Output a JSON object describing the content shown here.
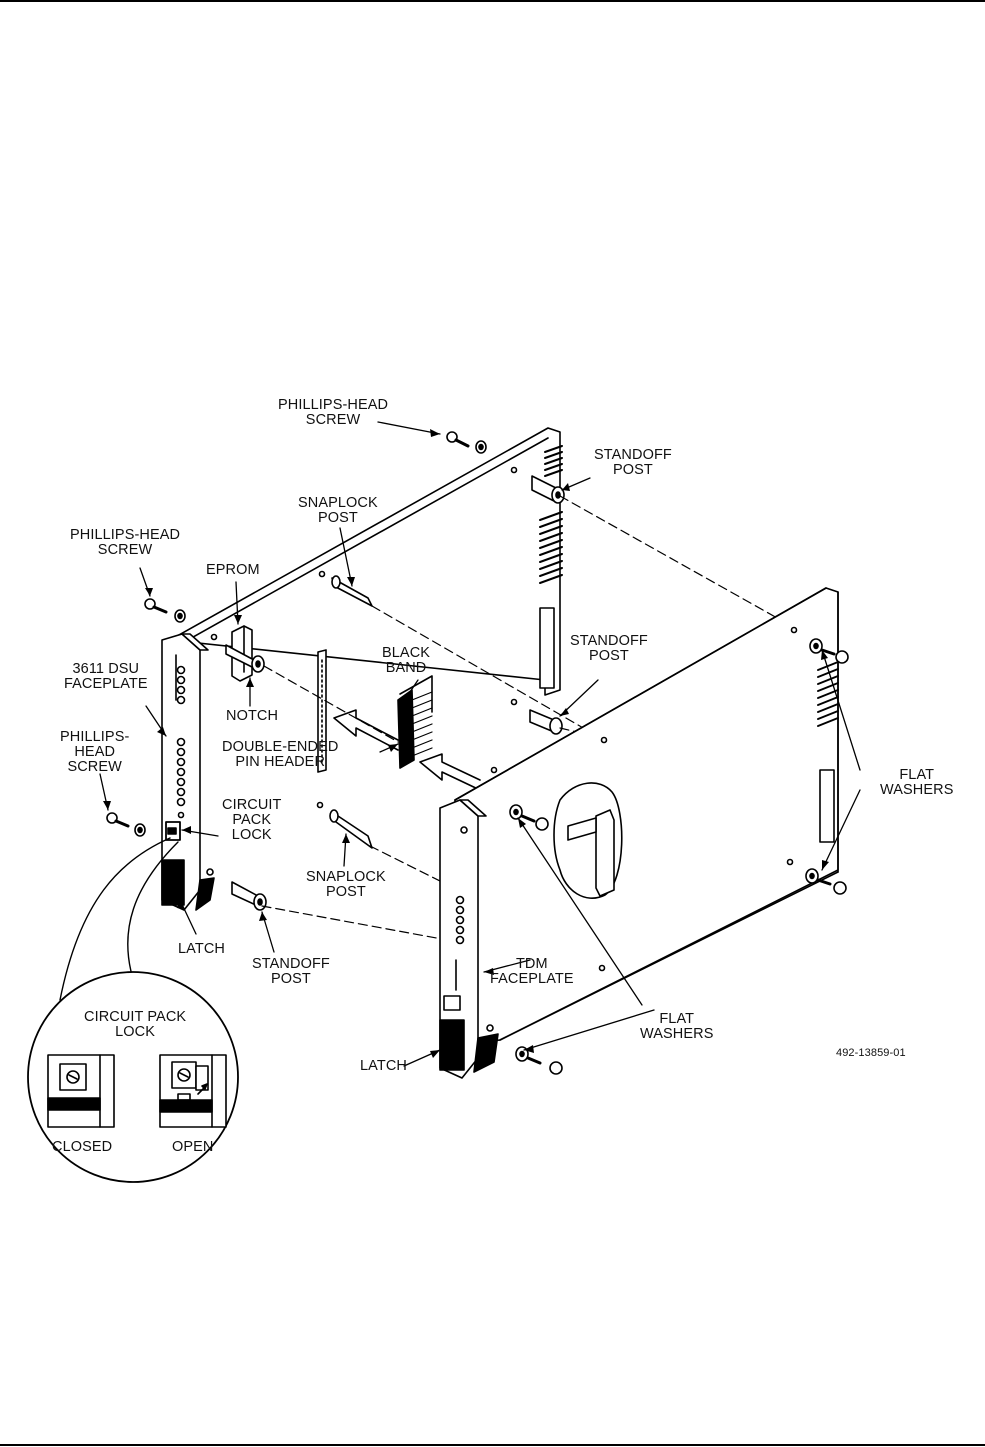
{
  "labels": {
    "phillips_top": [
      "PHILLIPS-HEAD",
      "SCREW"
    ],
    "phillips_left": [
      "PHILLIPS-HEAD",
      "SCREW"
    ],
    "phillips_lower": [
      "PHILLIPS-",
      "HEAD",
      "SCREW"
    ],
    "standoff_top": [
      "STANDOFF",
      "POST"
    ],
    "standoff_mid": [
      "STANDOFF",
      "POST"
    ],
    "standoff_bottom": [
      "STANDOFF",
      "POST"
    ],
    "snaplock_top": [
      "SNAPLOCK",
      "POST"
    ],
    "snaplock_bottom": [
      "SNAPLOCK",
      "POST"
    ],
    "eprom": [
      "EPROM"
    ],
    "notch": [
      "NOTCH"
    ],
    "faceplate_3611": [
      "3611 DSU",
      "FACEPLATE"
    ],
    "black_band": [
      "BLACK",
      "BAND"
    ],
    "pin_header": [
      "DOUBLE-ENDED",
      "PIN HEADER"
    ],
    "circuit_pack_lock": [
      "CIRCUIT",
      "PACK",
      "LOCK"
    ],
    "latch_left": [
      "LATCH"
    ],
    "latch_right": [
      "LATCH"
    ],
    "tdm_faceplate": [
      "TDM",
      "FACEPLATE"
    ],
    "flat_washers_right": [
      "FLAT",
      "WASHERS"
    ],
    "flat_washers_bottom": [
      "FLAT",
      "WASHERS"
    ],
    "inset_title": [
      "CIRCUIT PACK",
      "LOCK"
    ],
    "closed": [
      "CLOSED"
    ],
    "open": [
      "OPEN"
    ]
  },
  "figure_id": "492-13859-01"
}
